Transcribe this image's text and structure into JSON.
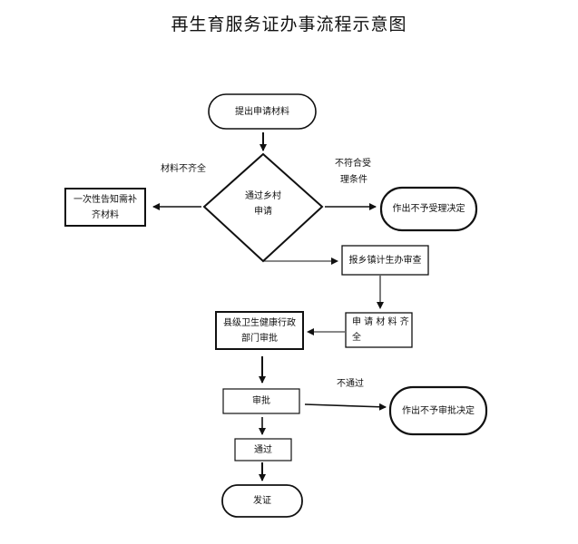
{
  "title": "再生育服务证办事流程示意图",
  "nodes": {
    "start": "提出申请材料",
    "decision_line1": "通过乡村",
    "decision_line2": "申请",
    "notify_line1": "一次性告知需补",
    "notify_line2": "齐材料",
    "reject_accept": "作出不予受理决定",
    "township_review": "报乡镇计生办审查",
    "materials_complete_line1": "申 请 材 料 齐",
    "materials_complete_line2": "全",
    "county_review_line1": "县级卫生健康行政",
    "county_review_line2": "部门审批",
    "approve": "审批",
    "reject_approve": "作出不予审批决定",
    "passed": "通过",
    "issue": "发证"
  },
  "edge_labels": {
    "incomplete": "材料不齐全",
    "not_meet_line1": "不符合受",
    "not_meet_line2": "理条件",
    "not_pass": "不通过"
  }
}
